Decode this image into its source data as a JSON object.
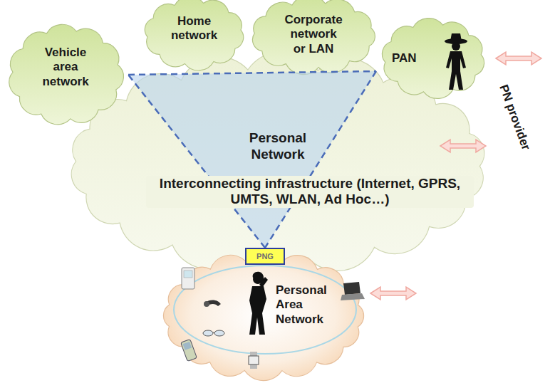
{
  "diagram": {
    "nodes": [
      {
        "text": [
          "Vehicle area network"
        ]
      },
      {
        "text": [
          "Home network"
        ]
      },
      {
        "text": [
          "Corporate network or LAN"
        ]
      },
      {
        "text": [
          "PAN"
        ]
      },
      {
        "text": [
          "Personal Network",
          "Interconnecting infrastructure (Internet, GPRS, UMTS, WLAN, Ad Hoc…)"
        ]
      },
      {
        "text": [
          "Personal Area Network"
        ]
      },
      {
        "text": [
          "PNG"
        ],
        "in": 5
      }
    ],
    "edges": [
      {
        "from": 0,
        "to": 3,
        "arrow": "none"
      },
      {
        "from": 3,
        "to": 6,
        "arrow": "none"
      },
      {
        "from": 6,
        "to": 0,
        "arrow": "none"
      }
    ],
    "labels": [
      "PN provider"
    ]
  }
}
